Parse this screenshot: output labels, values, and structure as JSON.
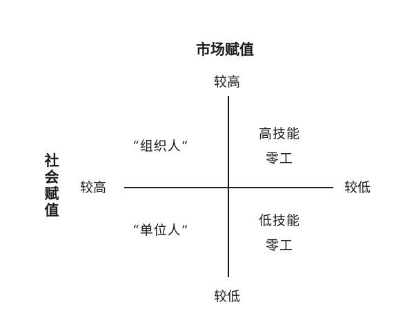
{
  "diagram": {
    "vertical_axis": {
      "title": "市场赋值",
      "top_label": "较高",
      "bottom_label": "较低"
    },
    "horizontal_axis": {
      "title_chars": [
        "社",
        "会",
        "赋",
        "值"
      ],
      "left_label": "较高",
      "right_label": "较低"
    },
    "quadrants": {
      "top_left": "“组织人”",
      "top_right_line1": "高技能",
      "top_right_line2": "零工",
      "bottom_left": "“单位人”",
      "bottom_right_line1": "低技能",
      "bottom_right_line2": "零工"
    },
    "line_color": "#1a1a1a"
  }
}
